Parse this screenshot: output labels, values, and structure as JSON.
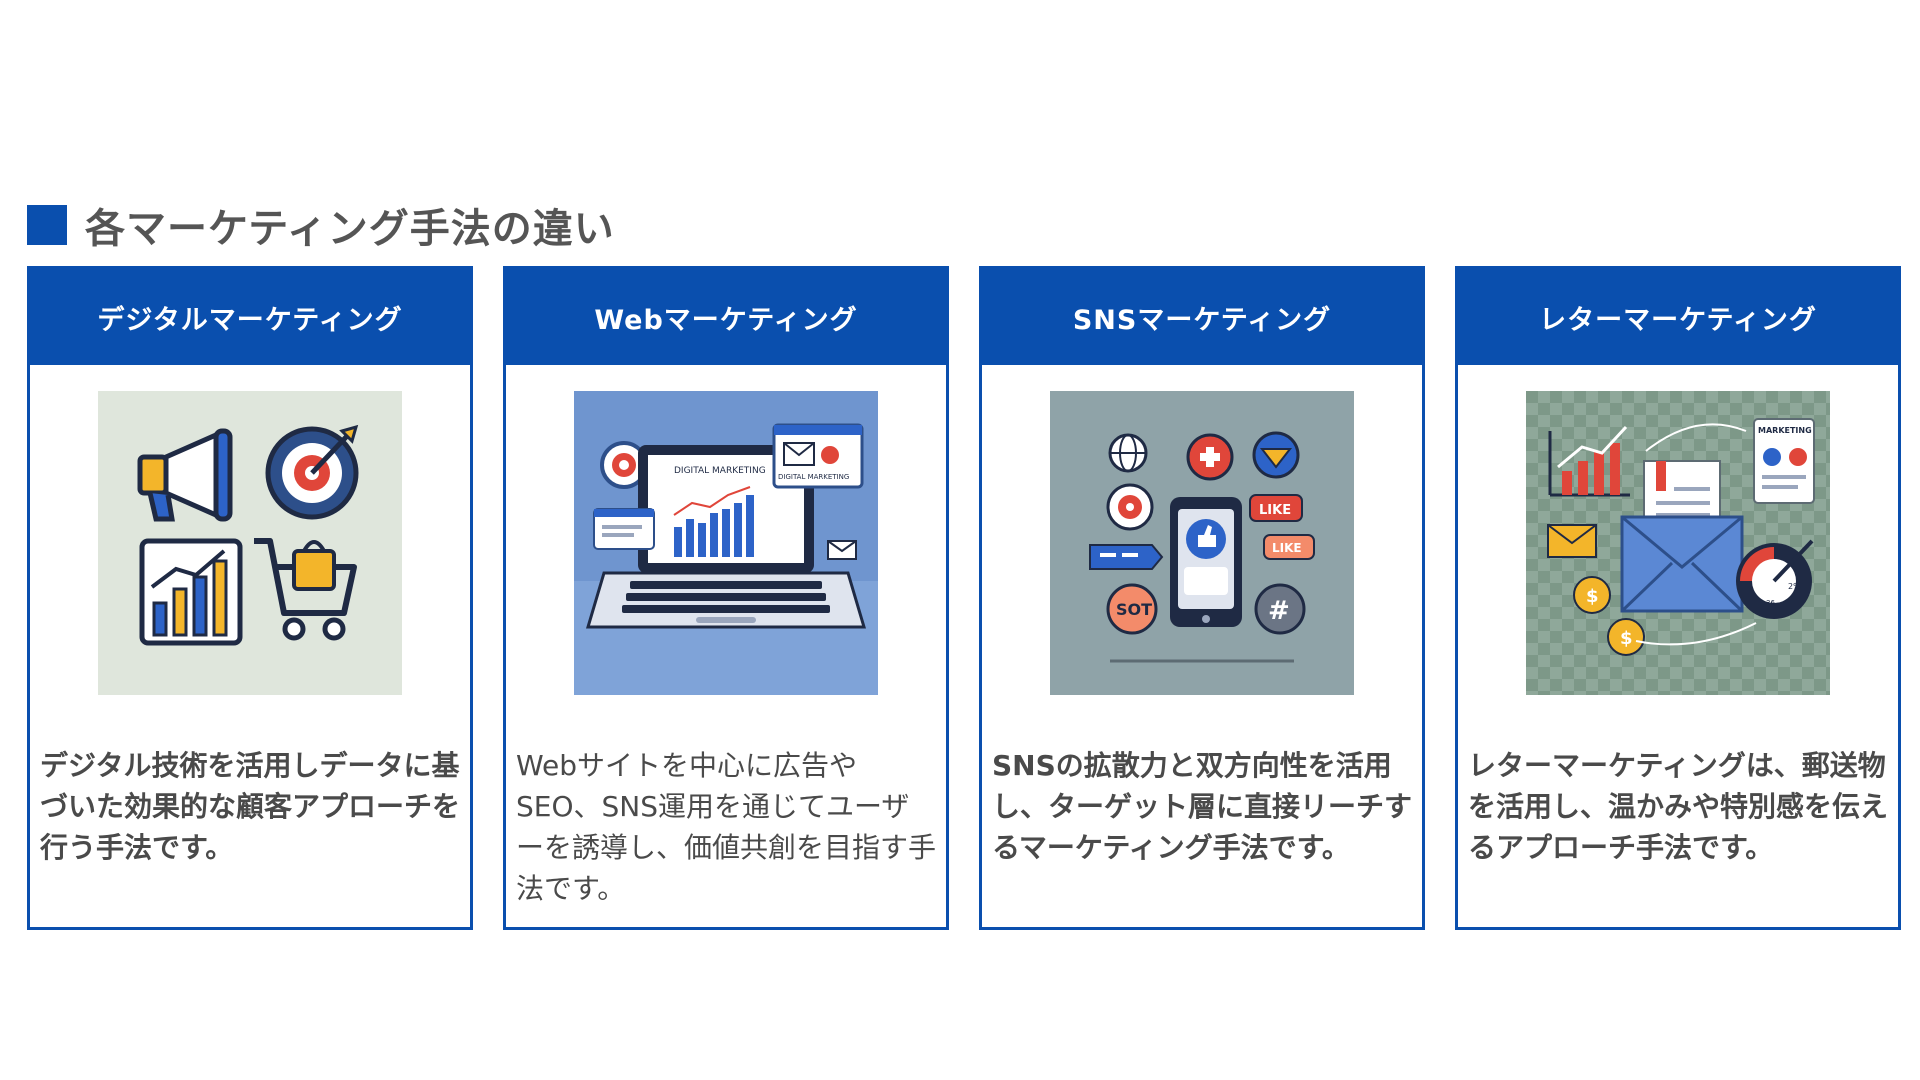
{
  "section_title": "各マーケティング手法の違い",
  "cards": [
    {
      "title": "デジタルマーケティング",
      "description": "デジタル技術を活用しデータに基づいた効果的な顧客アプローチを行う手法です。",
      "bold": true,
      "image": "digital-marketing-illustration"
    },
    {
      "title": "Webマーケティング",
      "description": "Webサイトを中心に広告やSEO、SNS運用を通じてユーザーを誘導し、価値共創を目指す手法です。",
      "bold": false,
      "image": "web-marketing-illustration",
      "image_text": [
        "DIGITAL MARKETING",
        "DIGITAL MARKETING"
      ]
    },
    {
      "title": "SNSマーケティング",
      "description": "SNSの拡散力と双方向性を活用し、ターゲット層に直接リーチするマーケティング手法です。",
      "bold": true,
      "image": "sns-marketing-illustration",
      "image_text": [
        "LIKE",
        "LIKE",
        "SOT",
        "#"
      ]
    },
    {
      "title": "レターマーケティング",
      "description": "レターマーケティングは、郵送物を活用し、温かみや特別感を伝えるアプローチ手法です。",
      "bold": true,
      "image": "letter-marketing-illustration",
      "image_text": [
        "MARKETING",
        "2%",
        "36",
        "$",
        "$"
      ]
    }
  ],
  "colors": {
    "accent": "#0a4fae",
    "text": "#4a4a4a"
  }
}
